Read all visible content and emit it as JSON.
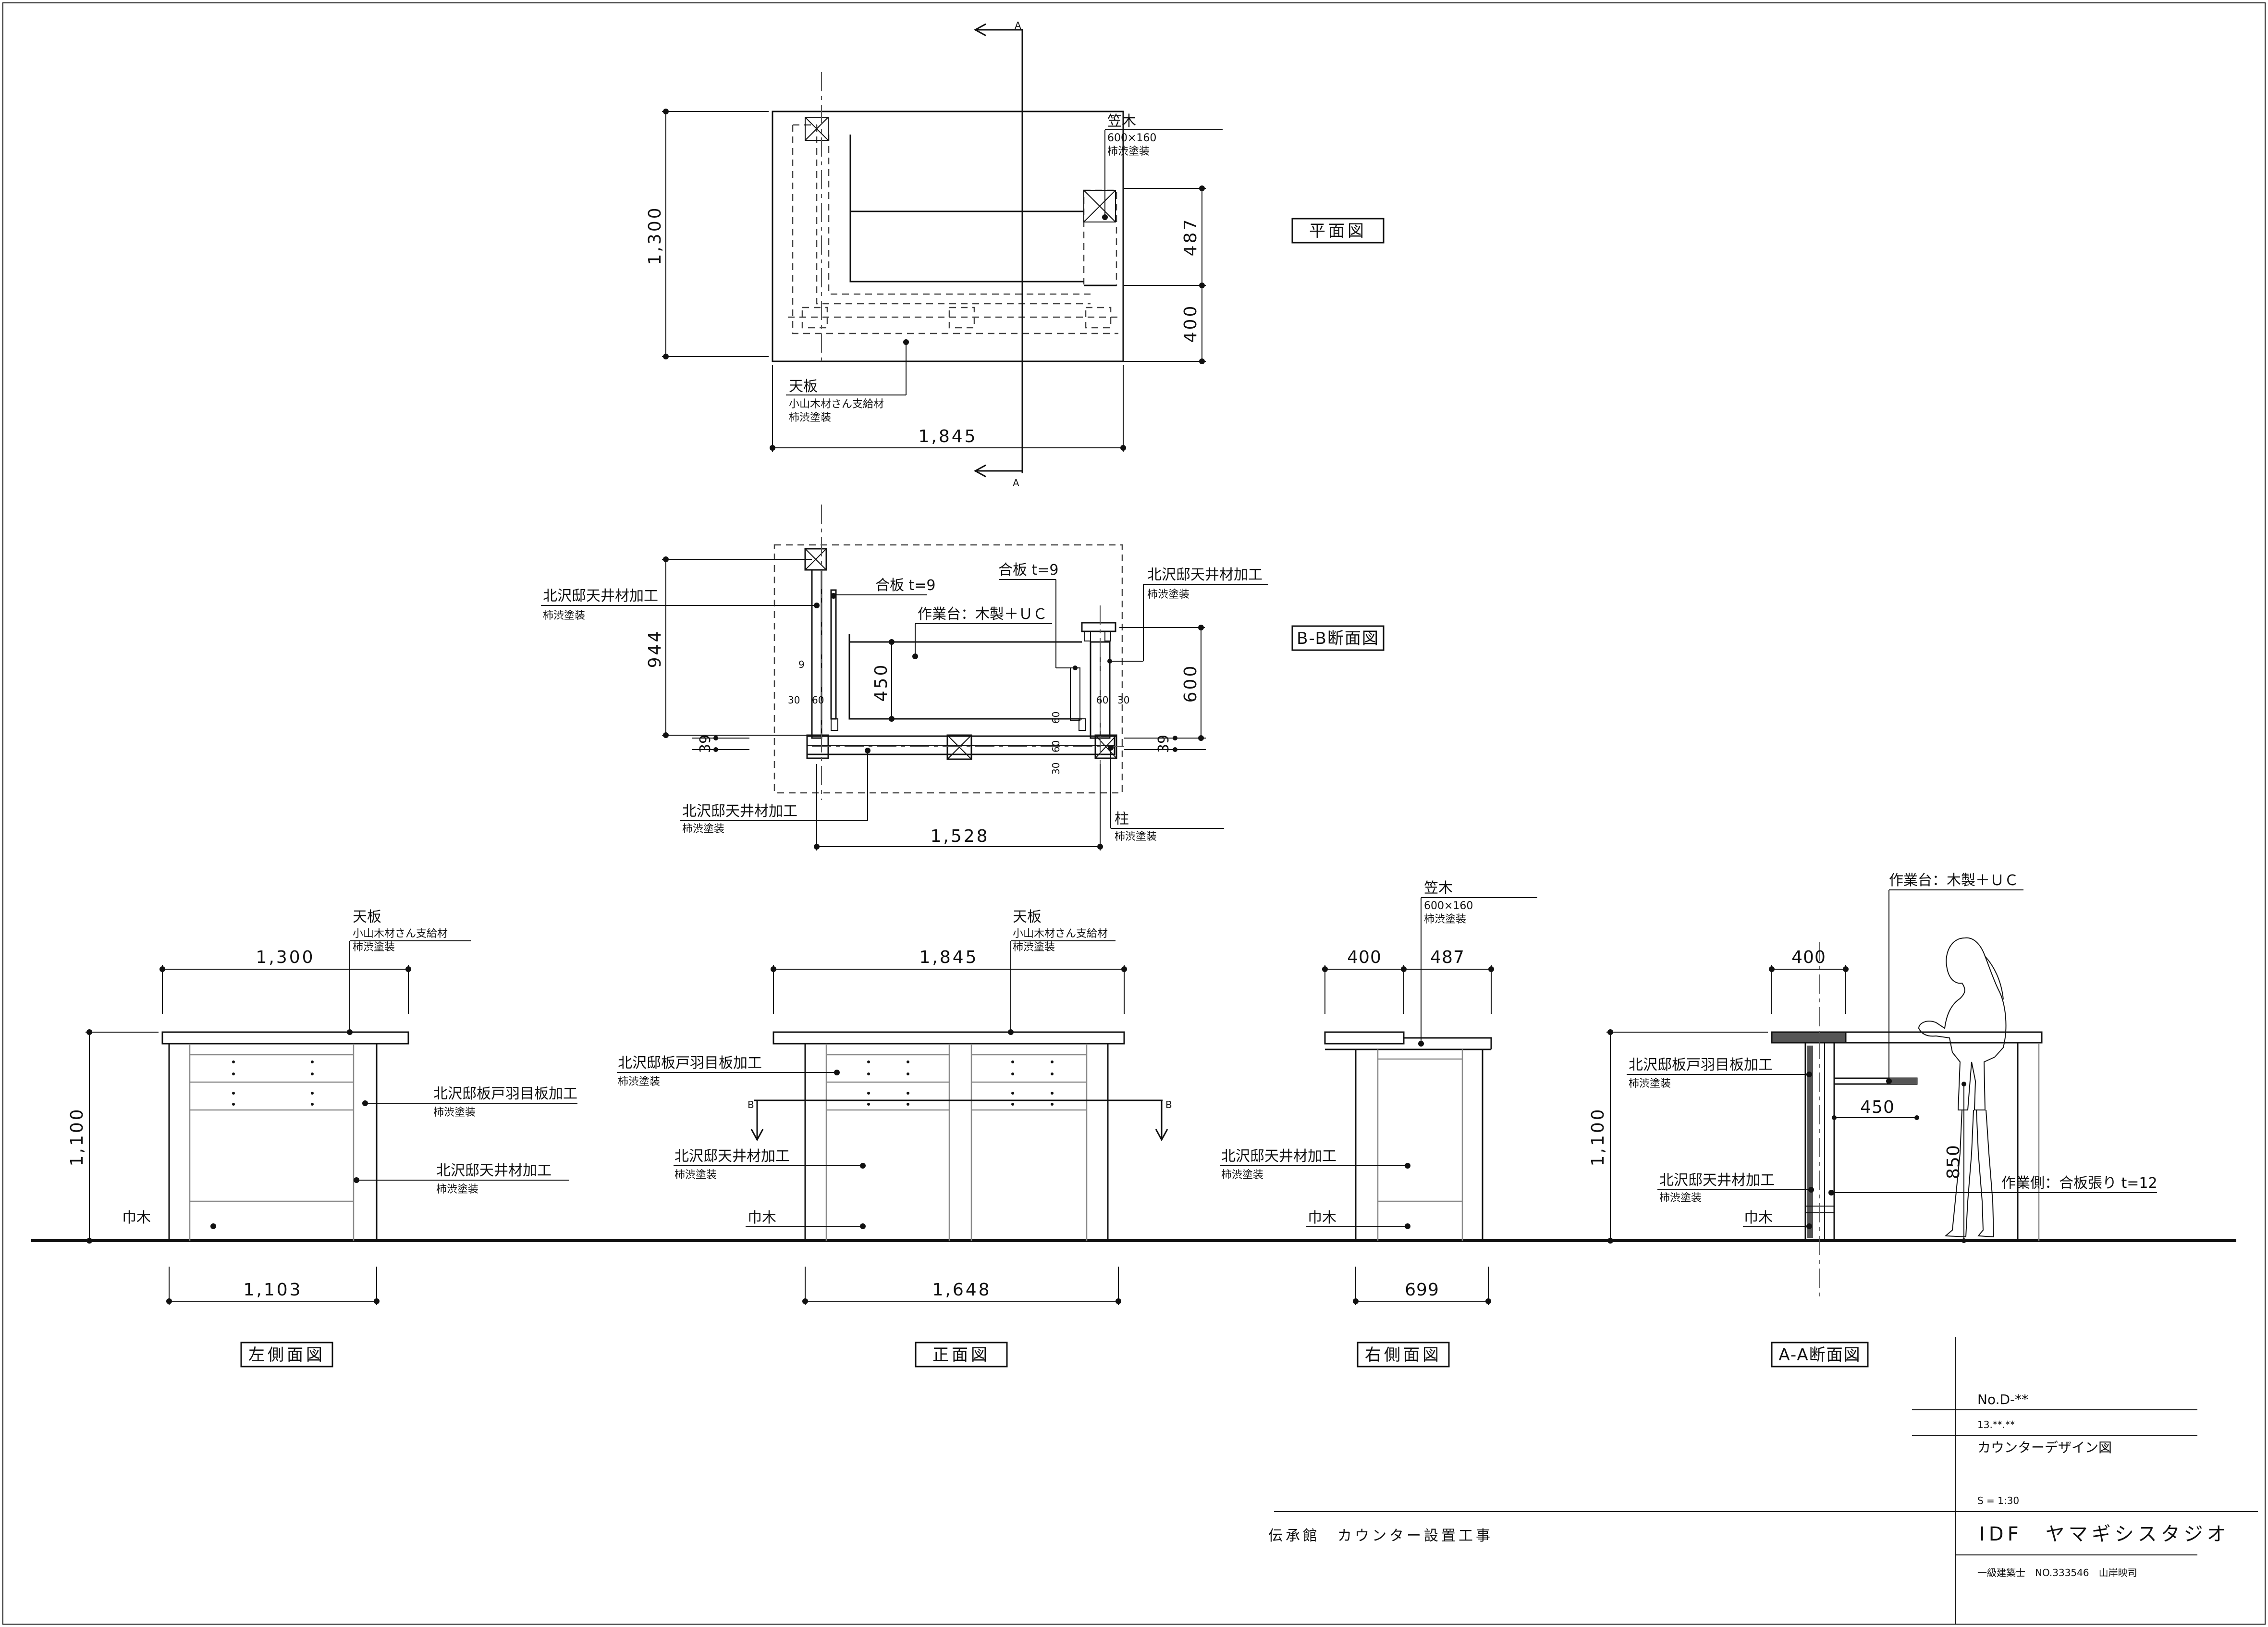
{
  "views": {
    "plan": {
      "title": "平面図",
      "section_marker": "A",
      "dims": {
        "depth": "1,300",
        "width": "1,845",
        "right_upper": "487",
        "right_lower": "400"
      },
      "notes": {
        "kasagi_title": "笠木",
        "kasagi_size": "600×160",
        "kasagi_finish": "柿渋塗装",
        "tenban_title": "天板",
        "tenban_source": "小山木材さん支給材",
        "tenban_finish": "柿渋塗装"
      }
    },
    "bb": {
      "title": "B-B断面図",
      "dims": {
        "overall": "944",
        "inner": "450",
        "right": "600",
        "offset_left": "39",
        "offset_right": "39",
        "span": "1,528",
        "d30a": "30",
        "d60a": "60",
        "d9": "9",
        "d60b": "60",
        "d30b": "30",
        "s60a": "60",
        "s60b": "60",
        "s30": "30"
      },
      "notes": {
        "ceiling_left": "北沢邸天井材加工",
        "ceiling_left_finish": "柿渋塗装",
        "plywood_left": "合板 t=9",
        "plywood_right": "合板 t=9",
        "worktable": "作業台：木製＋ＵＣ",
        "ceiling_right": "北沢邸天井材加工",
        "ceiling_right_finish": "柿渋塗装",
        "ceiling_bottom": "北沢邸天井材加工",
        "ceiling_bottom_finish": "柿渋塗装",
        "column": "柱",
        "column_finish": "柿渋塗装"
      }
    },
    "left": {
      "title": "左側面図",
      "dims": {
        "top": "1,300",
        "height": "1,100",
        "bottom": "1,103"
      },
      "notes": {
        "tenban_title": "天板",
        "tenban_source": "小山木材さん支給材",
        "tenban_finish": "柿渋塗装",
        "door": "北沢邸板戸羽目板加工",
        "door_finish": "柿渋塗装",
        "ceiling": "北沢邸天井材加工",
        "ceiling_finish": "柿渋塗装",
        "baseboard": "巾木"
      }
    },
    "front": {
      "title": "正面図",
      "section_marker": "B",
      "dims": {
        "top": "1,845",
        "bottom": "1,648"
      },
      "notes": {
        "tenban_title": "天板",
        "tenban_source": "小山木材さん支給材",
        "tenban_finish": "柿渋塗装",
        "door": "北沢邸板戸羽目板加工",
        "door_finish": "柿渋塗装",
        "ceiling": "北沢邸天井材加工",
        "ceiling_finish": "柿渋塗装",
        "baseboard": "巾木"
      }
    },
    "right": {
      "title": "右側面図",
      "dims": {
        "top_left": "400",
        "top_right": "487",
        "bottom": "699"
      },
      "notes": {
        "kasagi_title": "笠木",
        "kasagi_size": "600×160",
        "kasagi_finish": "柿渋塗装",
        "ceiling": "北沢邸天井材加工",
        "ceiling_finish": "柿渋塗装",
        "baseboard": "巾木"
      }
    },
    "aa": {
      "title": "A-A断面図",
      "dims": {
        "top": "400",
        "height": "1,100",
        "shelf": "450",
        "work_height": "850"
      },
      "notes": {
        "worktable": "作業台：木製＋ＵＣ",
        "door": "北沢邸板戸羽目板加工",
        "door_finish": "柿渋塗装",
        "ceiling": "北沢邸天井材加工",
        "ceiling_finish": "柿渋塗装",
        "work_side": "作業側：合板張り t=12",
        "baseboard": "巾木"
      }
    }
  },
  "title_block": {
    "drawing_no": "No.D-**",
    "date": "13.**.**",
    "drawing_name": "カウンターデザイン図",
    "scale": "S = 1:30",
    "project": "伝承館　カウンター設置工事",
    "firm": "IDF　ヤマギシスタジオ",
    "license": "一級建築士　NO.333546　山岸映司"
  }
}
